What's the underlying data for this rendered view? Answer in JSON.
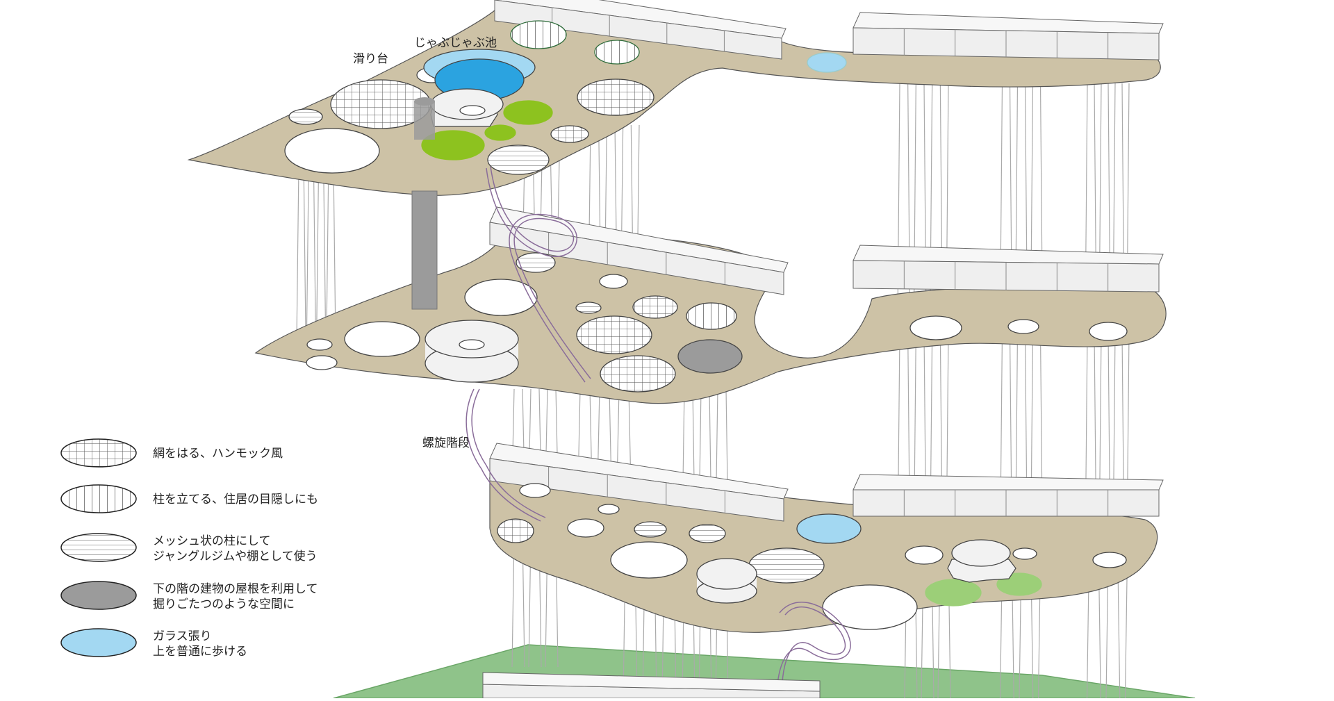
{
  "labels": {
    "slide": "滑り台",
    "pool": "じゃぶじゃぶ池",
    "spiral_stairs": "螺旋階段"
  },
  "legend": [
    {
      "pattern": "grid",
      "line1": "網をはる、ハンモック風",
      "line2": ""
    },
    {
      "pattern": "vertical",
      "line1": "柱を立てる、住居の目隠しにも",
      "line2": ""
    },
    {
      "pattern": "horizontal",
      "line1": "メッシュ状の柱にして",
      "line2": "ジャングルジムや棚として使う"
    },
    {
      "pattern": "gray",
      "line1": "下の階の建物の屋根を利用して",
      "line2": "掘りごたつのような空間に"
    },
    {
      "pattern": "glass",
      "line1": "ガラス張り",
      "line2": "上を普通に歩ける"
    }
  ],
  "colors": {
    "floor": "#cdc2a6",
    "floor_stroke": "#555555",
    "glass": "#a3d8f2",
    "pool": "#2ba3e0",
    "green": "#8dc21f",
    "green_light": "#9ccf78",
    "ground": "#8fc38a",
    "gray": "#9b9b9b",
    "box": "#efefef",
    "stair": "#8a6d9a"
  }
}
